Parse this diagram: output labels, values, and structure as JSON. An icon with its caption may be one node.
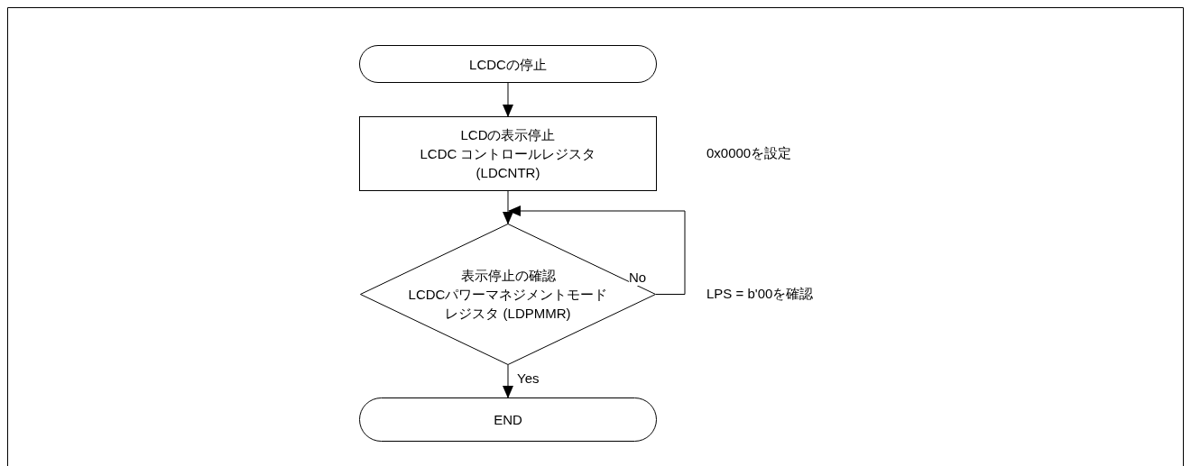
{
  "diagram": {
    "nodes": [
      {
        "text": [
          "LCDCの停止"
        ]
      },
      {
        "text": [
          "LCDの表示停止",
          "LCDC コントロールレジスタ (LDCNTR)"
        ]
      },
      {
        "text": [
          "表示停止の確認",
          "LCDCパワーマネジメントモードレジスタ (LDPMMR)"
        ]
      },
      {
        "text": [
          "END"
        ]
      }
    ],
    "edges": [
      {
        "from": 0,
        "to": 1,
        "arrow": "to"
      },
      {
        "from": 1,
        "to": 2,
        "arrow": "to"
      },
      {
        "from": 2,
        "to": 2,
        "arrow": "to",
        "label": "No"
      },
      {
        "from": 2,
        "to": 3,
        "arrow": "to",
        "label": "Yes"
      }
    ],
    "labels": [
      "0x0000を設定",
      "LPS = b'00を確認"
    ]
  }
}
